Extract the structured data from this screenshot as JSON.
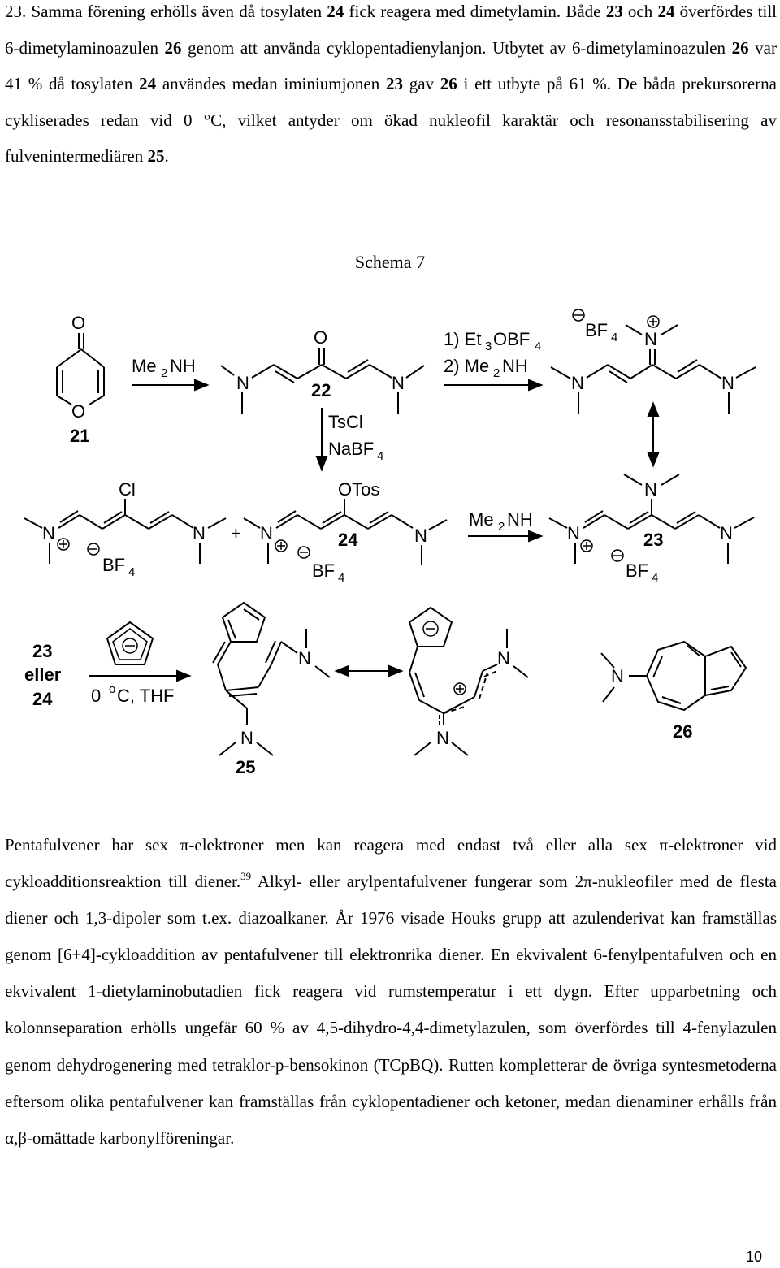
{
  "paragraph1": {
    "s1": "23. Samma förening erhölls även då tosylaten ",
    "c24a": "24",
    "s2": " fick reagera med dimetylamin. Både ",
    "c23a": "23",
    "s3": " och ",
    "c24b": "24",
    "s4": " överfördes till 6-dimetylaminoazulen ",
    "c26a": "26",
    "s5": " genom att använda cyklopentadienylanjon. Utbytet av 6-dimetylaminoazulen ",
    "c26b": "26",
    "s6": " var 41 % då tosylaten ",
    "c24c": "24",
    "s7": " användes medan iminiumjonen ",
    "c23b": "23",
    "s8": " gav ",
    "c26c": "26",
    "s9": " i ett utbyte på 61 %. De båda prekursorerna cykliserades redan vid 0 °C, vilket antyder om ökad nukleofil karaktär och resonansstabilisering av fulvenintermediären ",
    "c25": "25",
    "s10": "."
  },
  "scheme": {
    "title": "Schema 7",
    "cmp21": "21",
    "cmp22": "22",
    "cmp23": "23",
    "cmp24": "24",
    "cmp25": "25",
    "cmp26": "26",
    "O": "O",
    "N": "N",
    "Cl": "Cl",
    "OTos": "OTos",
    "plus": "+",
    "me": "Me",
    "two": "2",
    "three": "3",
    "four": "4",
    "nh": "NH",
    "bf": "BF",
    "step1a": "1) Et",
    "step1b": "OBF",
    "step2a": "2) Me",
    "tscl": "TsCl",
    "nabf": "NaBF",
    "eller": "eller",
    "cond_a": "0 ",
    "cond_o": "o",
    "cond_b": "C, THF"
  },
  "paragraph2": {
    "s1": "Pentafulvener har sex π-elektroner men kan reagera med endast två eller alla sex π-elektroner vid cykloadditionsreaktion till diener.",
    "ref": "39",
    "s2": " Alkyl- eller arylpentafulvener fungerar som 2π-nukleofiler med de flesta diener och 1,3-dipoler som t.ex. diazoalkaner. År 1976 visade Houks grupp att azulenderivat kan framställas genom [6+4]-cykloaddition av pentafulvener till elektronrika diener. En ekvivalent 6-fenylpentafulven och en ekvivalent 1-dietylaminobutadien fick reagera vid rumstemperatur i ett dygn. Efter upparbetning och kolonnseparation erhölls ungefär 60 % av 4,5-dihydro-4,4-dimetylazulen, som överfördes till 4-fenylazulen genom dehydrogenering med tetraklor-p-bensokinon (TCpBQ). Rutten kompletterar de övriga syntesmetoderna eftersom olika pentafulvener kan framställas från cyklopentadiener och ketoner, medan dienaminer erhålls från α,β-omättade karbonylföreningar."
  },
  "page_number": "10"
}
